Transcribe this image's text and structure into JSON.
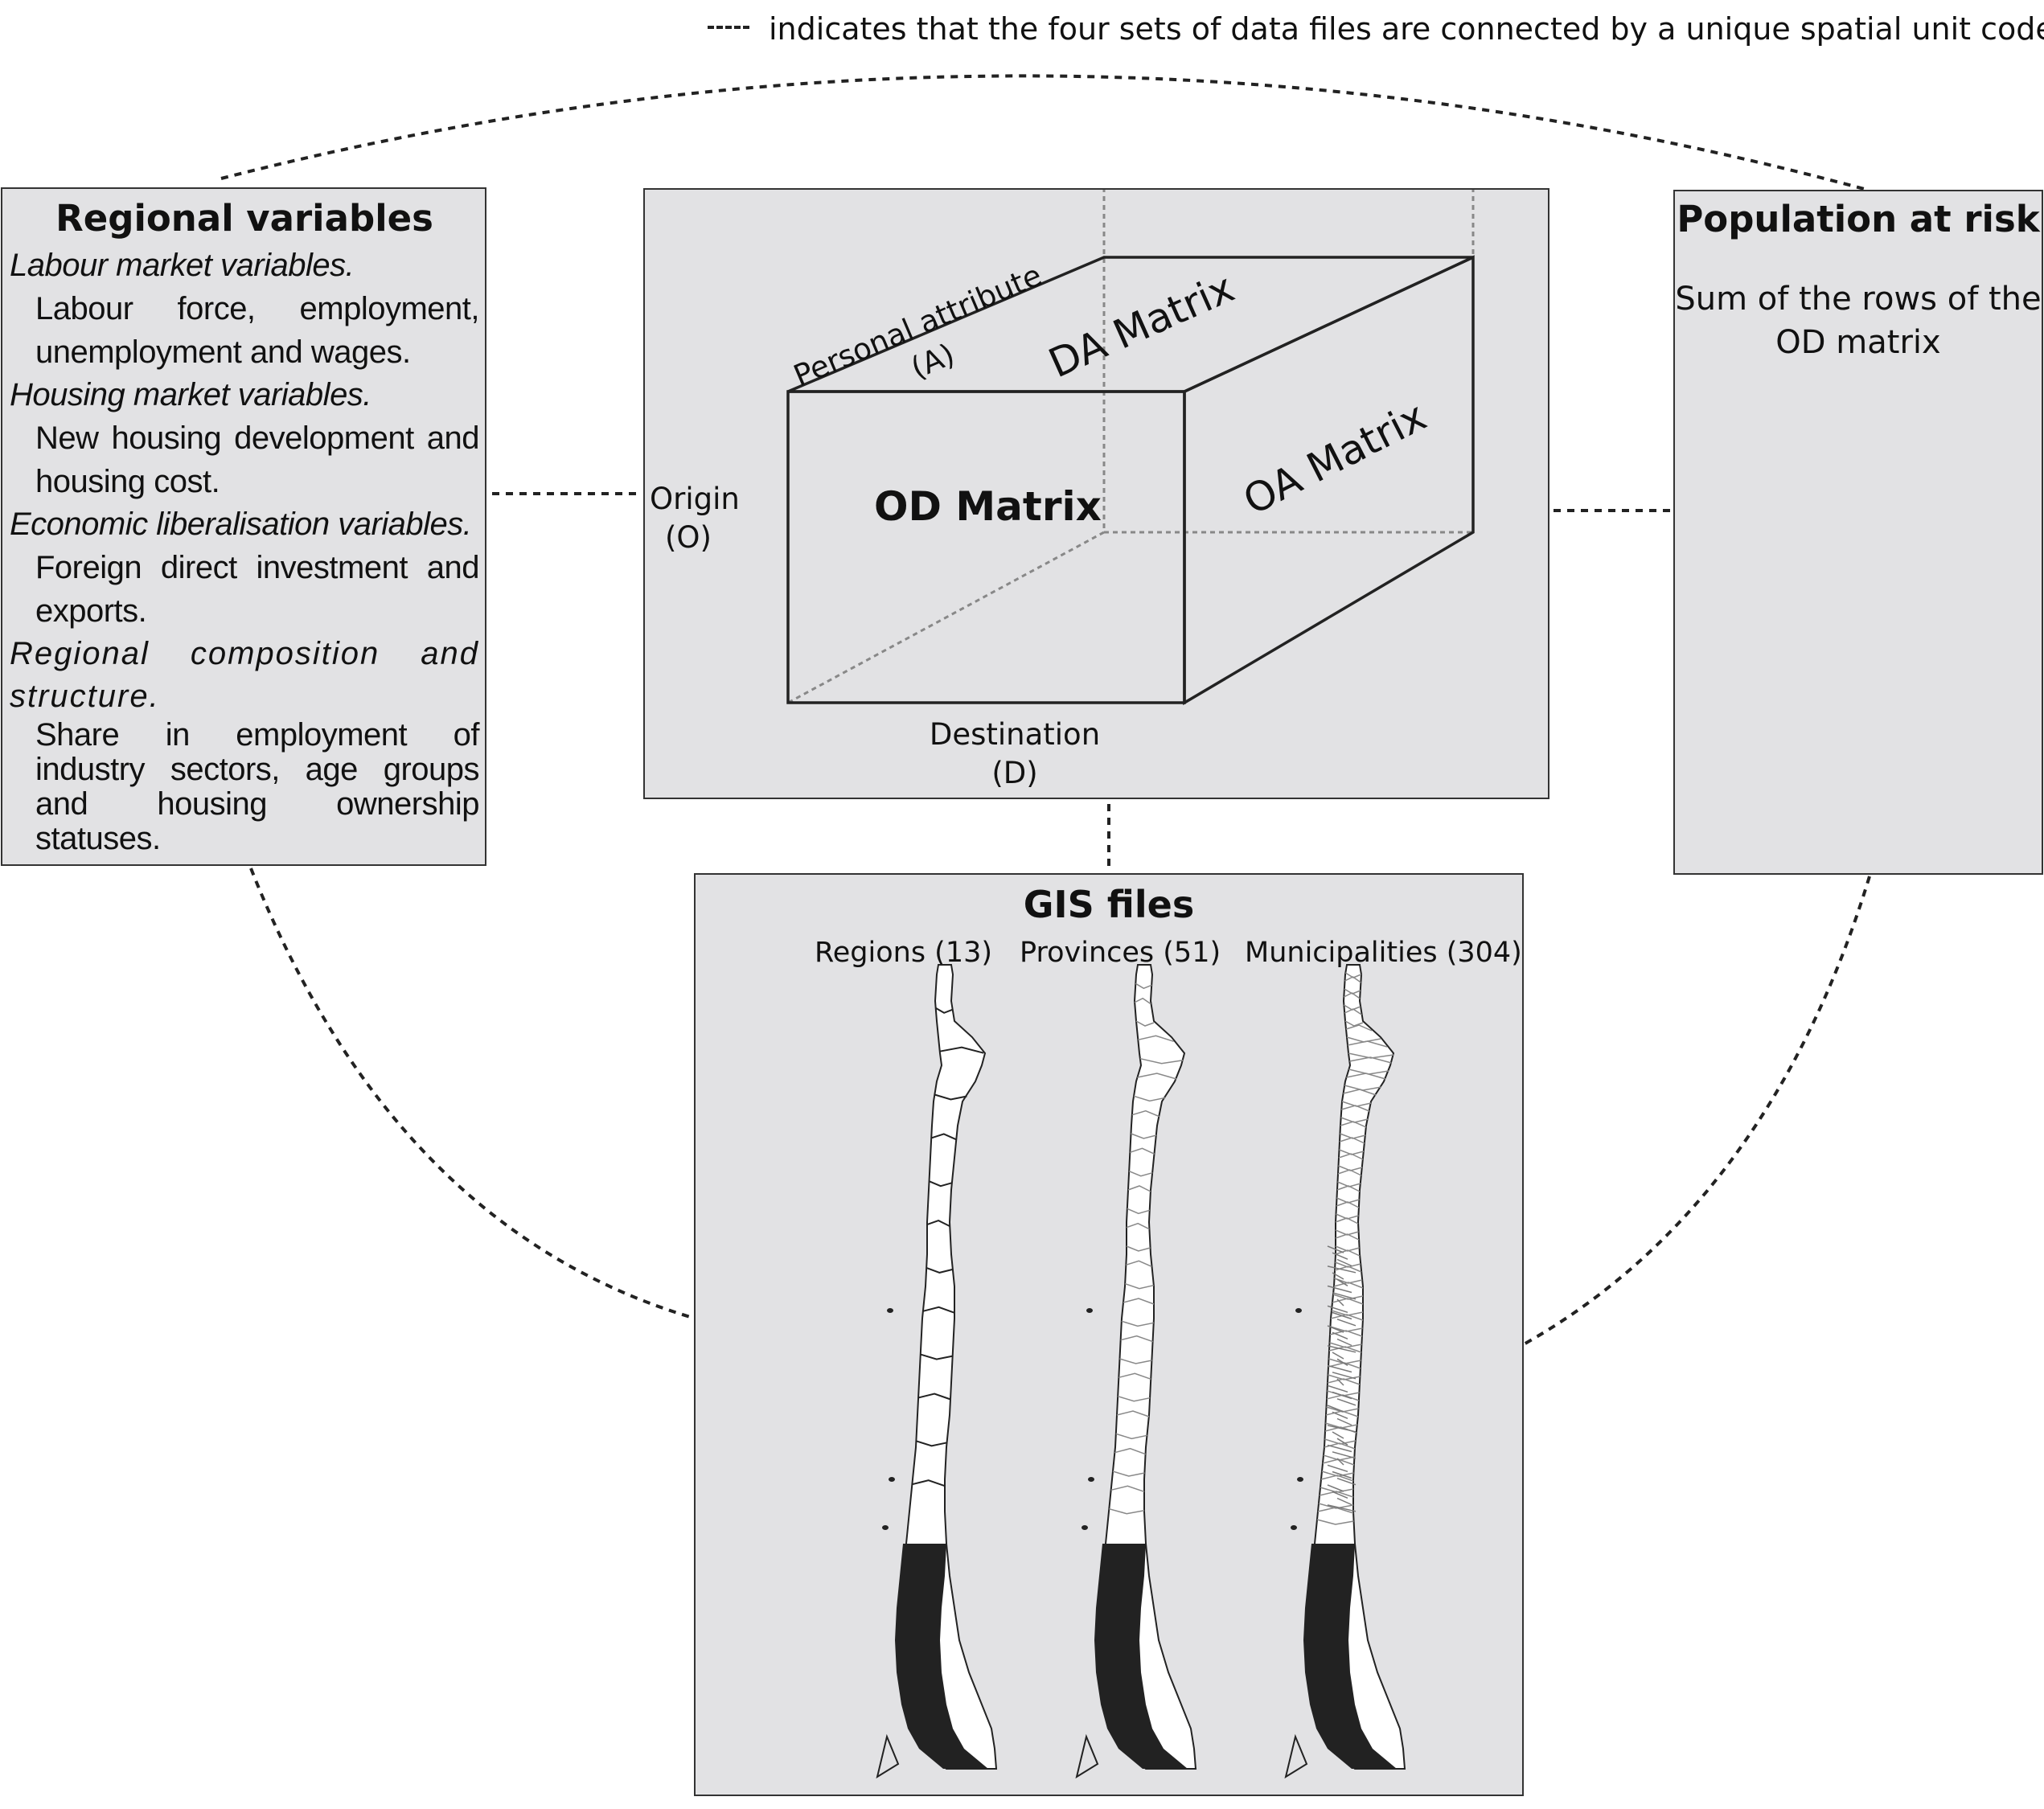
{
  "legend": {
    "symbol": "- - -",
    "text": "indicates that the four sets of data files are connected by a unique  spatial unit code."
  },
  "regional_variables": {
    "title": "Regional variables",
    "categories": [
      {
        "name": "Labour market variables.",
        "description": "Labour force, employment, unemployment and wages."
      },
      {
        "name": "Housing market variables.",
        "description": "New housing development and housing cost."
      },
      {
        "name": "Economic liberalisation variables.",
        "description": "Foreign direct investment and exports."
      },
      {
        "name": "Regional composition and structure.",
        "description": "Share in employment of industry sectors, age groups and housing ownership statuses."
      }
    ]
  },
  "matrix": {
    "od_label": "OD Matrix",
    "da_label": "DA Matrix",
    "oa_label": "OA Matrix",
    "axis_a": {
      "name": "Personal attribute",
      "code": "(A)"
    },
    "axis_o": {
      "name": "Origin",
      "code": "(O)"
    },
    "axis_d": {
      "name": "Destination",
      "code": "(D)"
    }
  },
  "population_at_risk": {
    "title": "Population at risk",
    "text": "Sum of the rows of the OD matrix"
  },
  "gis_files": {
    "title": "GIS files",
    "maps": [
      {
        "label": "Regions (13)",
        "detail": "regions"
      },
      {
        "label": "Provinces (51)",
        "detail": "provinces"
      },
      {
        "label": "Municipalities (304)",
        "detail": "municipalities"
      }
    ]
  },
  "colors": {
    "box_fill": "#e2e2e4",
    "border": "#333333",
    "connector": "#222222",
    "map_dark": "#222222",
    "inner_lines": "#888888"
  }
}
